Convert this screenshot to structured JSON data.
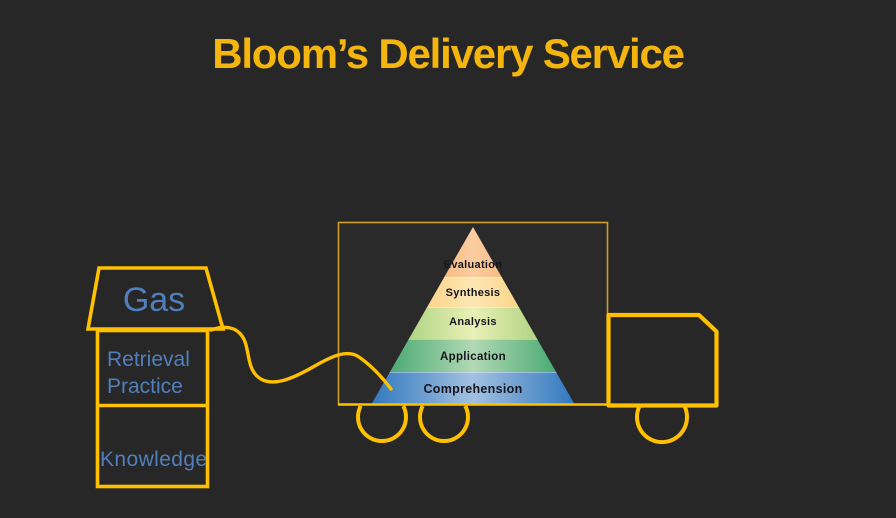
{
  "slide": {
    "title": "Bloom’s Delivery Service"
  },
  "colors": {
    "background": "#272727",
    "accent_gold": "#FFC000",
    "title_gold": "#F5B50F",
    "label_blue": "#517FBC",
    "pyramid_text": "#15151F"
  },
  "gas_pump": {
    "tank_label": "Gas",
    "upper_label": "Retrieval Practice",
    "lower_label": "Knowledge"
  },
  "pyramid": {
    "levels": [
      {
        "label": "Evaluation",
        "edge": "#EE8F3D",
        "center": "#FACDA0"
      },
      {
        "label": "Synthesis",
        "edge": "#F8BE56",
        "center": "#FDE7B4"
      },
      {
        "label": "Analysis",
        "edge": "#8EC464",
        "center": "#EAF0B6"
      },
      {
        "label": "Application",
        "edge": "#33A064",
        "center": "#B2D9B4"
      },
      {
        "label": "Comprehension",
        "edge": "#3078BE",
        "center": "#A3C1E0"
      }
    ]
  }
}
